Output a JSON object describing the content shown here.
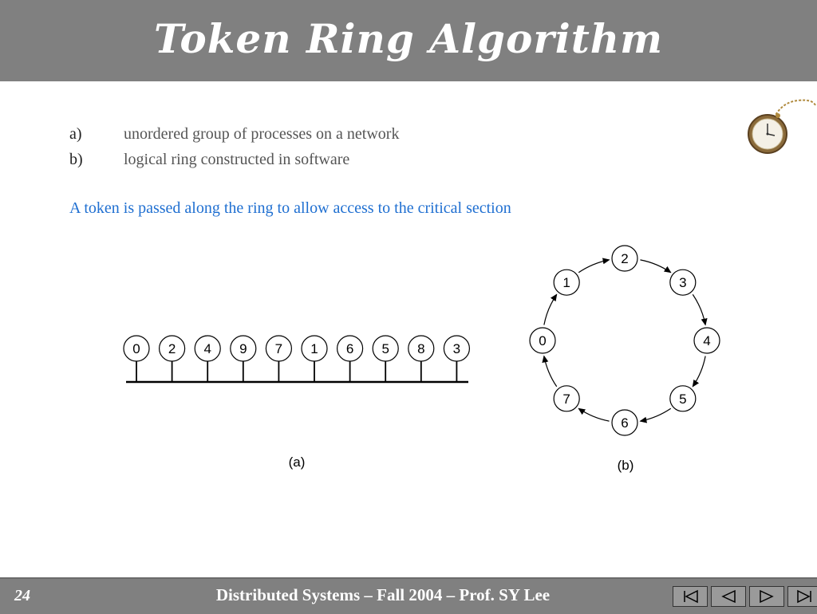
{
  "slide": {
    "title": "Token Ring Algorithm",
    "bullets": [
      {
        "label": "a)",
        "text": "unordered group of processes on a network"
      },
      {
        "label": "b)",
        "text": "logical ring constructed in software"
      }
    ],
    "note": "A token is passed along the ring to allow access to the critical section",
    "accent_color": "#1f6fd1"
  },
  "diagram": {
    "bus_nodes": [
      "0",
      "2",
      "4",
      "9",
      "7",
      "1",
      "6",
      "5",
      "8",
      "3"
    ],
    "bus_caption": "(a)",
    "ring_nodes": [
      "2",
      "3",
      "4",
      "5",
      "6",
      "7",
      "0",
      "1"
    ],
    "ring_caption": "(b)"
  },
  "footer": {
    "page_number": "24",
    "text": "Distributed Systems – Fall 2004 – Prof. SY Lee",
    "nav_icons": [
      "first-slide-icon",
      "previous-slide-icon",
      "next-slide-icon",
      "last-slide-icon"
    ]
  }
}
